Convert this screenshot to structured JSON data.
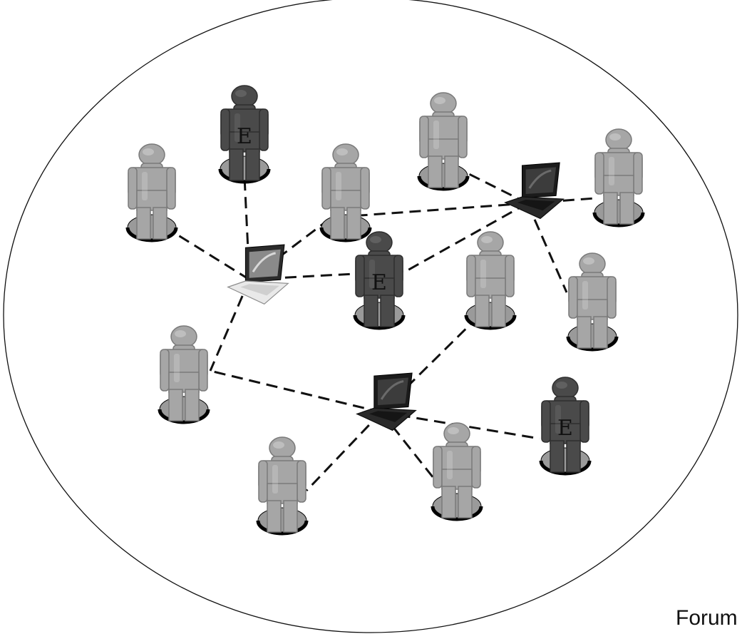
{
  "diagram": {
    "marker_letter": "E",
    "caption": "Forum",
    "colors": {
      "boundary": "#111111",
      "link": "#111111",
      "member_body": "#a6a6a6",
      "member_shade": "#7a7a7a",
      "expert_body": "#4a4a4a",
      "expert_shade": "#2e2e2e",
      "base_fill": "#9a9a9a",
      "base_rim": "#000000"
    },
    "icons": {
      "member": "person-icon",
      "expert": "expert-person-icon",
      "hub": "laptop-icon"
    },
    "hubs": [
      {
        "id": "hub-left",
        "style": "silver"
      },
      {
        "id": "hub-right",
        "style": "dark"
      },
      {
        "id": "hub-bottom",
        "style": "dark"
      }
    ],
    "people": [
      {
        "id": "p1",
        "role": "member"
      },
      {
        "id": "p2",
        "role": "expert",
        "label": "E"
      },
      {
        "id": "p3",
        "role": "member"
      },
      {
        "id": "p4",
        "role": "member"
      },
      {
        "id": "p5",
        "role": "member"
      },
      {
        "id": "p6",
        "role": "expert",
        "label": "E"
      },
      {
        "id": "p7",
        "role": "member"
      },
      {
        "id": "p8",
        "role": "member"
      },
      {
        "id": "p9",
        "role": "member"
      },
      {
        "id": "p10",
        "role": "member"
      },
      {
        "id": "p11",
        "role": "member"
      },
      {
        "id": "p12",
        "role": "expert",
        "label": "E"
      }
    ],
    "links": [
      [
        "hub-left",
        "p1"
      ],
      [
        "hub-left",
        "p2"
      ],
      [
        "hub-left",
        "p3"
      ],
      [
        "hub-left",
        "p6"
      ],
      [
        "hub-left",
        "p9"
      ],
      [
        "hub-right",
        "p4"
      ],
      [
        "hub-right",
        "p5"
      ],
      [
        "hub-right",
        "p3"
      ],
      [
        "hub-right",
        "p6"
      ],
      [
        "hub-right",
        "p8"
      ],
      [
        "hub-bottom",
        "p9"
      ],
      [
        "hub-bottom",
        "p7"
      ],
      [
        "hub-bottom",
        "p10"
      ],
      [
        "hub-bottom",
        "p11"
      ],
      [
        "hub-bottom",
        "p12"
      ]
    ]
  }
}
